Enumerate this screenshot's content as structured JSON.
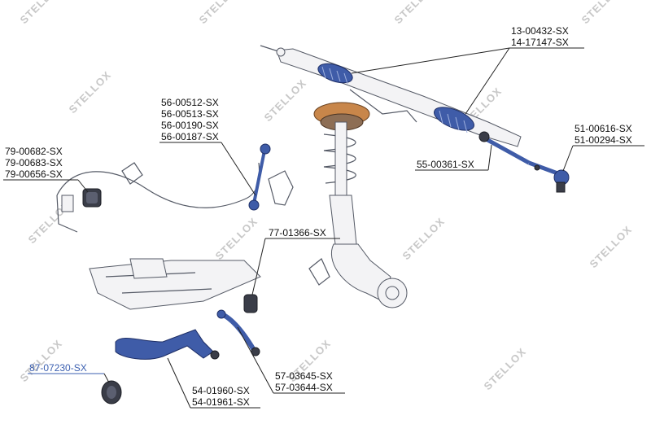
{
  "diagram": {
    "brand_watermark": "STELLOX",
    "labels": {
      "tie_rod_boot": [
        "13-00432-SX",
        "14-17147-SX"
      ],
      "stabilizer_link": [
        "56-00512-SX",
        "56-00513-SX",
        "56-00190-SX",
        "56-00187-SX"
      ],
      "stabilizer_bushing": [
        "79-00682-SX",
        "79-00683-SX",
        "79-00656-SX"
      ],
      "tie_rod_end": [
        "51-00616-SX",
        "51-00294-SX"
      ],
      "inner_tie_rod": [
        "55-00361-SX"
      ],
      "strut_bushing": [
        "77-01366-SX"
      ],
      "control_arm_bushing": [
        "87-07230-SX"
      ],
      "lower_control_arm": [
        "54-01960-SX",
        "54-01961-SX"
      ],
      "thrust_arm": [
        "57-03645-SX",
        "57-03644-SX"
      ]
    },
    "colors": {
      "highlight_part": "#3f5ca8",
      "highlight_label": "#3b5fb0",
      "watermark": "#c8c8c8",
      "line": "#222222"
    }
  }
}
